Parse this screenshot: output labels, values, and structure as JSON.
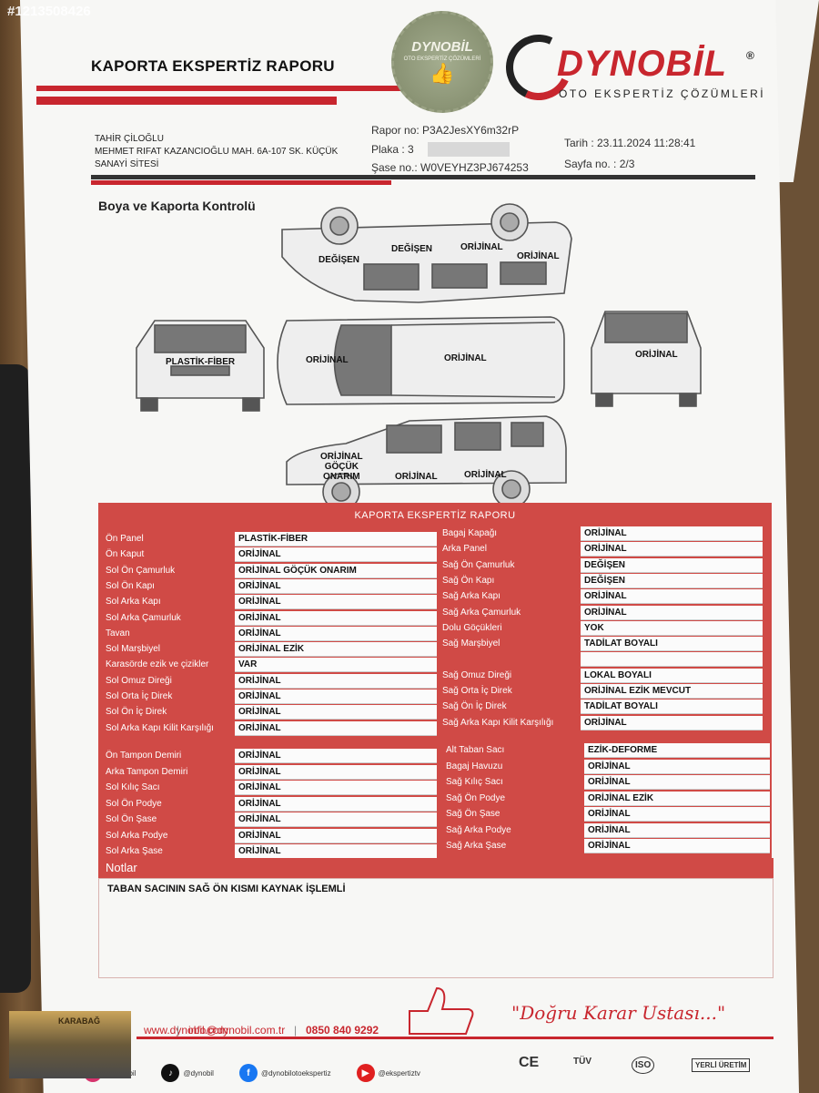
{
  "watermark_id": "#1213508426",
  "header": {
    "title": "KAPORTA EKSPERTİZ RAPORU",
    "seal_brand": "DYNOBİL",
    "seal_sub": "OTO EKSPERTİZ ÇÖZÜMLERİ",
    "logo_text": "DYNOBİL",
    "logo_reg": "®",
    "logo_sub": "OTO EKSPERTİZ ÇÖZÜMLERİ"
  },
  "info": {
    "name": "TAHİR ÇİLOĞLU",
    "address": "MEHMET RIFAT KAZANCIOĞLU MAH. 6A-107 SK. KÜÇÜK SANAYİ SİTESİ",
    "report_no": "Rapor no: P3A2JesXY6m32rP",
    "plate": "Plaka : 3",
    "chassis": "Şase no.: W0VEYHZ3PJ674253",
    "date": "Tarih : 23.11.2024 11:28:41",
    "page": "Sayfa no. : 2/3"
  },
  "section_title": "Boya ve Kaporta Kontrolü",
  "car_labels": {
    "top_degisen1": "DEĞİŞEN",
    "top_degisen2": "DEĞİŞEN",
    "top_orijinal1": "ORİJİNAL",
    "top_orijinal2": "ORİJİNAL",
    "front": "PLASTİK-FİBER",
    "roof_hood": "ORİJİNAL",
    "roof": "ORİJİNAL",
    "rear": "ORİJİNAL",
    "side_multi_1": "ORİJİNAL",
    "side_multi_2": "GÖÇÜK",
    "side_multi_3": "ONARIM",
    "side_door": "ORİJİNAL",
    "side_rear": "ORİJİNAL"
  },
  "panel_title": "KAPORTA EKSPERTİZ RAPORU",
  "left_rows": [
    {
      "label": "Ön Panel",
      "value": "PLASTİK-FİBER"
    },
    {
      "label": "Ön Kaput",
      "value": "ORİJİNAL"
    },
    {
      "label": "Sol Ön Çamurluk",
      "value": "ORİJİNAL GÖÇÜK ONARIM"
    },
    {
      "label": "Sol Ön Kapı",
      "value": "ORİJİNAL"
    },
    {
      "label": "Sol Arka Kapı",
      "value": "ORİJİNAL"
    },
    {
      "label": "Sol Arka Çamurluk",
      "value": "ORİJİNAL"
    },
    {
      "label": "Tavan",
      "value": "ORİJİNAL"
    },
    {
      "label": "Sol Marşbiyel",
      "value": "ORİJİNAL EZİK"
    },
    {
      "label": "Karasörde ezik ve çizikler",
      "value": "VAR"
    },
    {
      "label": "Sol Omuz Direği",
      "value": "ORİJİNAL"
    },
    {
      "label": "Sol Orta İç Direk",
      "value": "ORİJİNAL"
    },
    {
      "label": "Sol Ön İç Direk",
      "value": "ORİJİNAL"
    },
    {
      "label": "Sol Arka Kapı Kilit Karşılığı",
      "value": "ORİJİNAL"
    }
  ],
  "right_rows": [
    {
      "label": "Bagaj Kapağı",
      "value": "ORİJİNAL"
    },
    {
      "label": "Arka Panel",
      "value": "ORİJİNAL"
    },
    {
      "label": "Sağ Ön Çamurluk",
      "value": "DEĞİŞEN"
    },
    {
      "label": "Sağ Ön Kapı",
      "value": "DEĞİŞEN"
    },
    {
      "label": "Sağ Arka Kapı",
      "value": "ORİJİNAL"
    },
    {
      "label": "Sağ Arka Çamurluk",
      "value": "ORİJİNAL"
    },
    {
      "label": "Dolu Göçükleri",
      "value": "YOK"
    },
    {
      "label": "Sağ Marşbiyel",
      "value": "TADİLAT BOYALI"
    },
    {
      "label": "",
      "value": ""
    },
    {
      "label": "Sağ Omuz Direği",
      "value": "LOKAL BOYALI"
    },
    {
      "label": "Sağ Orta İç Direk",
      "value": "ORİJİNAL EZİK MEVCUT"
    },
    {
      "label": "Sağ Ön İç Direk",
      "value": "TADİLAT BOYALI"
    },
    {
      "label": "Sağ Arka Kapı Kilit Karşılığı",
      "value": "ORİJİNAL"
    }
  ],
  "left_rows2": [
    {
      "label": "Ön Tampon Demiri",
      "value": "ORİJİNAL"
    },
    {
      "label": "Arka Tampon Demiri",
      "value": "ORİJİNAL"
    },
    {
      "label": "Sol Kılıç Sacı",
      "value": "ORİJİNAL"
    },
    {
      "label": "Sol Ön Podye",
      "value": "ORİJİNAL"
    },
    {
      "label": "Sol Ön Şase",
      "value": "ORİJİNAL"
    },
    {
      "label": "Sol Arka Podye",
      "value": "ORİJİNAL"
    },
    {
      "label": "Sol Arka Şase",
      "value": "ORİJİNAL"
    }
  ],
  "right_rows2": [
    {
      "label": "Alt Taban Sacı",
      "value": "EZİK-DEFORME"
    },
    {
      "label": "Bagaj Havuzu",
      "value": "ORİJİNAL"
    },
    {
      "label": "Sağ Kılıç Sacı",
      "value": "ORİJİNAL"
    },
    {
      "label": "Sağ Ön Podye",
      "value": "ORİJİNAL EZİK"
    },
    {
      "label": "Sağ Ön Şase",
      "value": "ORİJİNAL"
    },
    {
      "label": "Sağ Arka Podye",
      "value": "ORİJİNAL"
    },
    {
      "label": "Sağ Arka Şase",
      "value": "ORİJİNAL"
    }
  ],
  "notes": {
    "heading": "Notlar",
    "text": "TABAN SACININ SAĞ ÖN KISMI KAYNAK İŞLEMLİ"
  },
  "footer": {
    "website": "www.dynobil.com",
    "email": "info@dynobil.com.tr",
    "phone": "0850 840 9292",
    "sep": "|",
    "slogan": "\"Doğru Karar Ustası...\"",
    "social": [
      {
        "icon": "instagram-icon",
        "handle": "@dynobil",
        "color": "#d6336c"
      },
      {
        "icon": "tiktok-icon",
        "handle": "@dynobil",
        "color": "#111111"
      },
      {
        "icon": "facebook-icon",
        "handle": "@dynobilotoekspertiz",
        "color": "#1877f2"
      },
      {
        "icon": "youtube-icon",
        "handle": "@ekspertiztv",
        "color": "#e02020"
      }
    ],
    "certs": [
      "CE",
      "TÜV",
      "ISO",
      "YERLİ ÜRETİM"
    ],
    "garage_sign": "KARABAĞ"
  },
  "colors": {
    "brand_red": "#c8262e",
    "panel_red": "#d04a46"
  }
}
